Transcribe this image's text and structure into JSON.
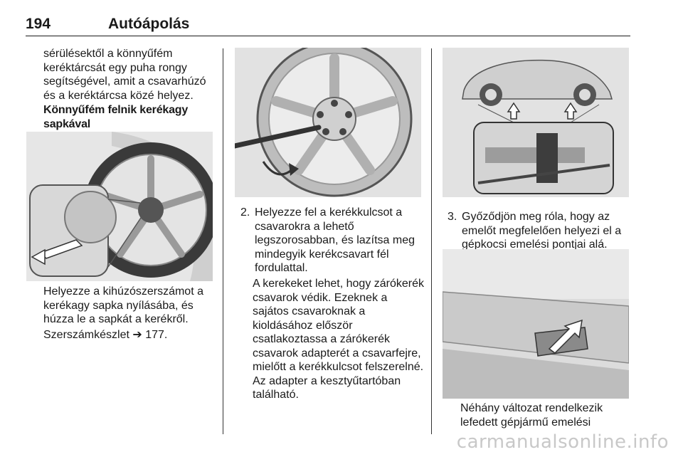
{
  "header": {
    "page_number": "194",
    "section_title": "Autóápolás"
  },
  "col1": {
    "intro": "sérülésektől a könnyűfém keréktárcsát egy puha rongy segítségével, amit a csavarhúzó és a keréktárcsa közé helyez.",
    "heading": "Könnyűfém felnik kerékagy sapkával",
    "instruction": "Helyezze a kihúzószerszámot a kerékagy sapka nyílásába, és húzza le a sapkát a kerékről.",
    "toolkit_ref": "Szerszámkészlet ➔ 177."
  },
  "col2": {
    "step_number": "2.",
    "step_text": "Helyezze fel a kerékkulcsot a csavarokra a lehető legszorosabban, és lazítsa meg mindegyik kerékcsavart fél fordulattal.",
    "note": "A kerekeket lehet, hogy zárókerék csavarok védik. Ezeknek a sajátos csavaroknak a kioldásához először csatlakoztassa a zárókerék csavarok adapterét a csavarfejre, mielőtt a kerékkulcsot felszerelné. Az adapter a kesztyűtartóban található."
  },
  "col3": {
    "step_number": "3.",
    "step_text": "Győződjön meg róla, hogy az emelőt megfelelően helyezi el a gépkocsi emelési pontjai alá.",
    "note": "Néhány változat rendelkezik lefedett gépjármű emelési"
  },
  "footer": {
    "watermark": "carmanualsonline.info"
  }
}
